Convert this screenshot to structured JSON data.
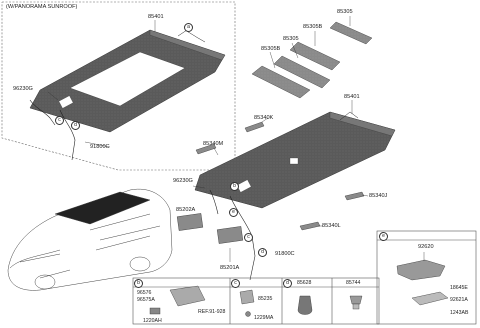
{
  "panorama_caption": "(W/PANORAMA SUNROOF)",
  "labels": {
    "p85401_top": "85401",
    "p96230G_top": "96230G",
    "p91800C_top": "91800C",
    "p85305_a": "85305",
    "p85305B_a": "85305B",
    "p85305_b": "85305",
    "p85305B_b": "85305B",
    "p85401_mid": "85401",
    "p85340K": "85340K",
    "p85340M": "85340M",
    "p96230G_mid": "96230G",
    "p85340J": "85340J",
    "p85202A": "85202A",
    "p85340L": "85340L",
    "p85201A": "85201A",
    "p91800C_mid": "91800C"
  },
  "callouts": {
    "a": "a",
    "b": "b",
    "c": "c",
    "d": "d",
    "e": "e"
  },
  "panels": {
    "e": {
      "letter": "e",
      "part": "92620",
      "sub1": "18645E",
      "sub2": "92621A",
      "sub3": "1243AB"
    },
    "b": {
      "letter": "b",
      "sub1": "96576",
      "sub2": "96575A",
      "sub3": "1220AH",
      "ref": "REF.91-928"
    },
    "c": {
      "letter": "c",
      "sub1": "85235",
      "sub2": "1229MA"
    },
    "d": {
      "letter": "d",
      "part": "85628"
    },
    "extra": {
      "part": "85744"
    }
  }
}
